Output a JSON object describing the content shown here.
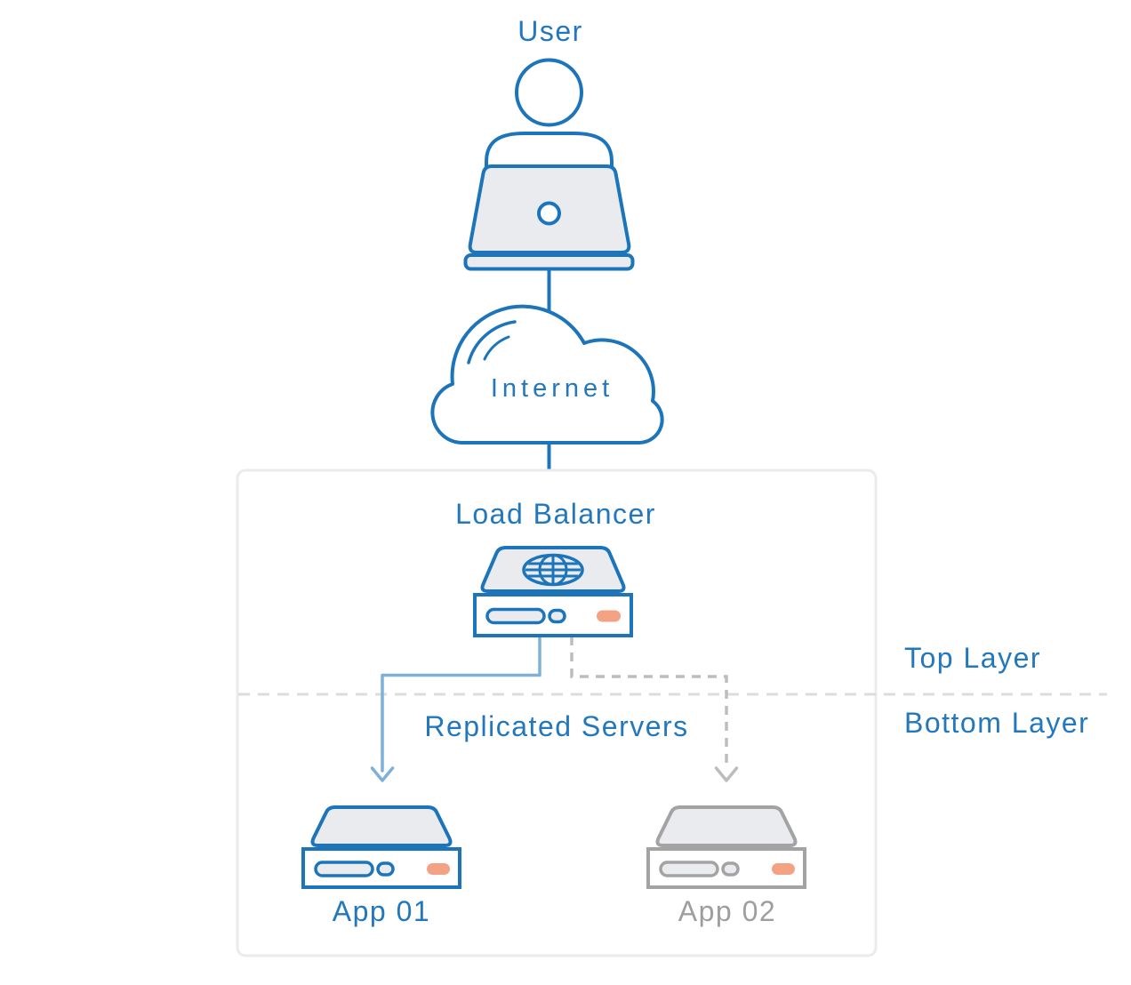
{
  "diagram": {
    "nodes": {
      "user": "User",
      "internet": "Internet",
      "load_balancer": "Load Balancer",
      "app01": "App 01",
      "app02": "App 02"
    },
    "annotations": {
      "replicated_servers": "Replicated Servers",
      "top_layer": "Top Layer",
      "bottom_layer": "Bottom Layer"
    },
    "icons": [
      "user-icon",
      "laptop-icon",
      "internet-cloud-icon",
      "load-balancer-icon",
      "globe-icon",
      "app01-server-icon",
      "app02-server-icon",
      "down-arrow-icon"
    ]
  },
  "colors": {
    "icon_blue": "#1c75bb",
    "text_blue": "#2277bd",
    "light_blue": "#7fb0d8",
    "icon_gray": "#a3a3a3",
    "text_gray": "#9e9e9e",
    "connector_gray": "#bdbdbd",
    "divider_gray": "#dcdcdc",
    "box_border": "#ebebeb",
    "fill_light": "#e9ebee",
    "orange": "#f4a284"
  }
}
